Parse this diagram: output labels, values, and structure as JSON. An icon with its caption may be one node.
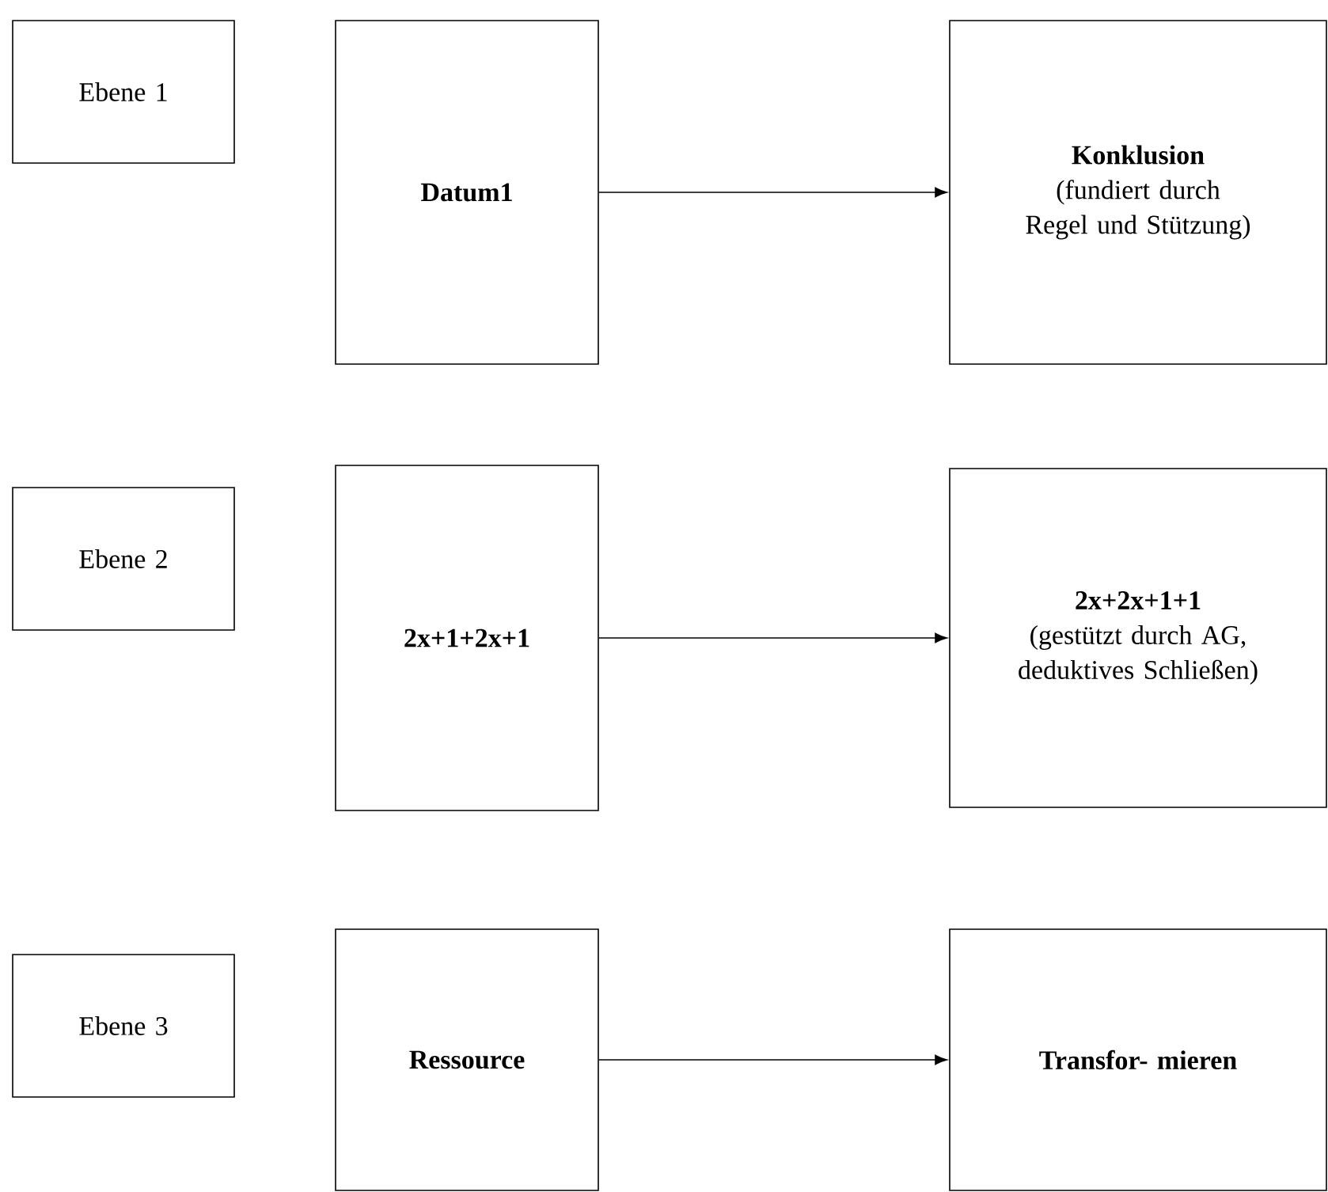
{
  "diagram": {
    "nodes": [
      {
        "text": [
          "Ebene 1"
        ]
      },
      {
        "text": [
          "Datum1"
        ]
      },
      {
        "text": [
          "Konklusion",
          "(fundiert durch Regel und Stützung)"
        ]
      },
      {
        "text": [
          "Ebene 2"
        ]
      },
      {
        "text": [
          "2x+1+2x+1"
        ]
      },
      {
        "text": [
          "2x+2x+1+1",
          "(gestützt durch AG, deduktives Schließen)"
        ]
      },
      {
        "text": [
          "Ebene 3"
        ]
      },
      {
        "text": [
          "Ressource"
        ]
      },
      {
        "text": [
          "Transfor- mieren"
        ]
      }
    ],
    "edges": [
      {
        "from": 1,
        "to": 2,
        "arrow": "to"
      },
      {
        "from": 4,
        "to": 5,
        "arrow": "to"
      },
      {
        "from": 7,
        "to": 8,
        "arrow": "to"
      }
    ]
  }
}
